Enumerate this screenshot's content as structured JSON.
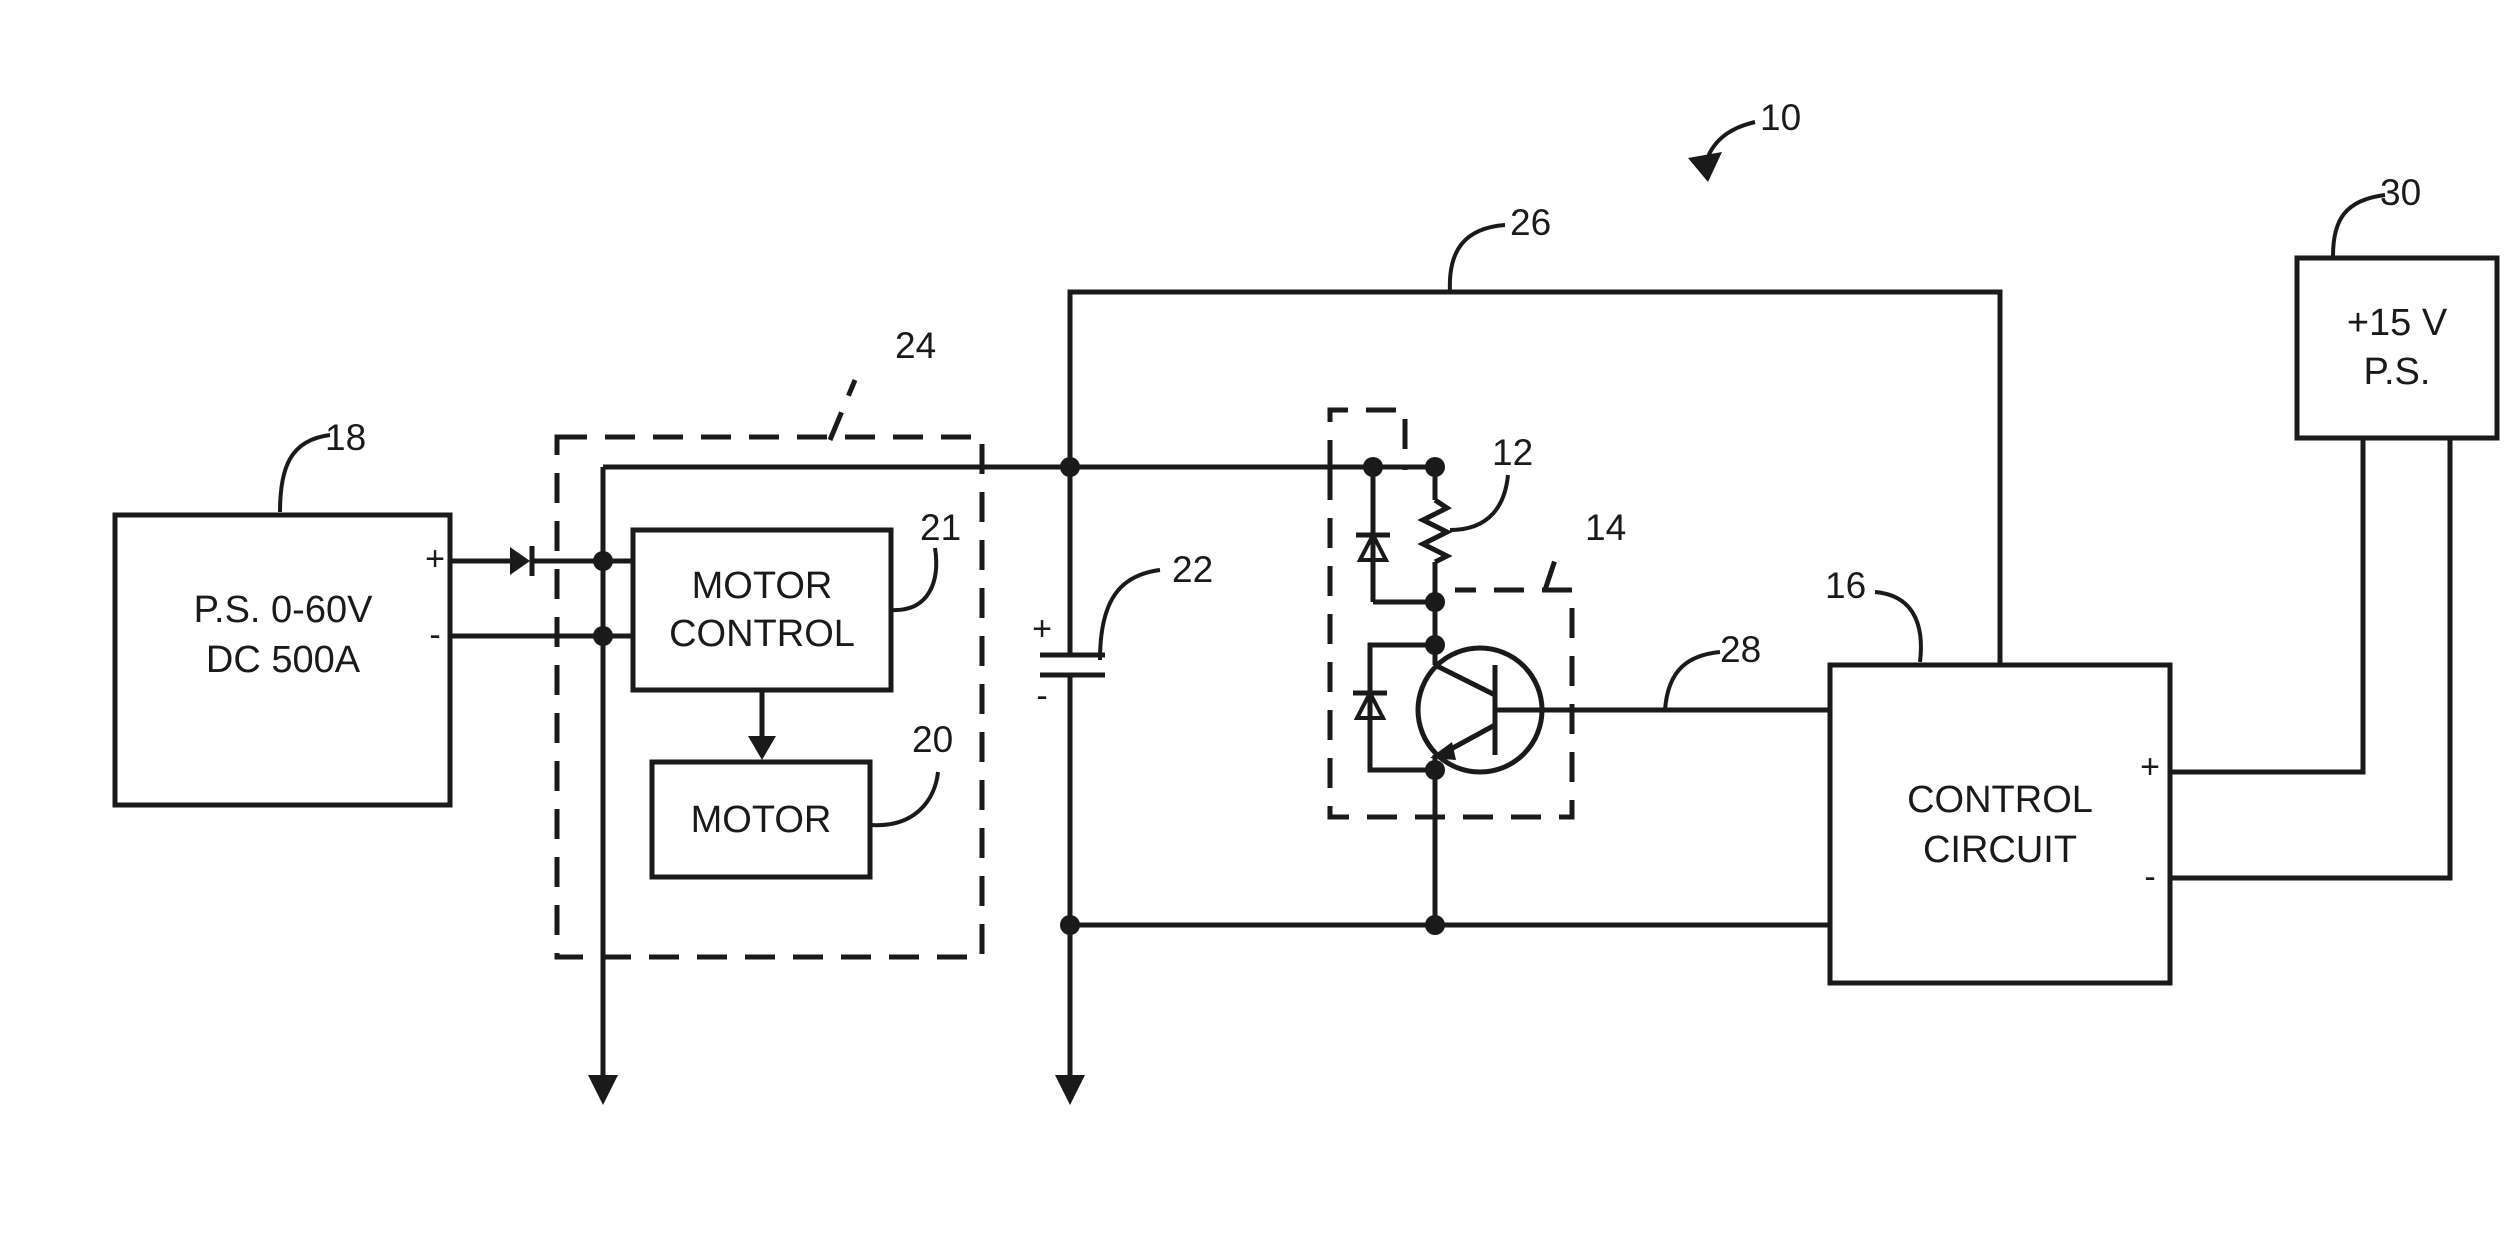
{
  "figure": {
    "ref_system": "10",
    "power_supply": {
      "ref": "18",
      "line1": "P.S. 0-60V",
      "line2": "DC 500A",
      "plus": "+",
      "minus": "-"
    },
    "motor_circuit": {
      "ref": "24"
    },
    "motor_control": {
      "ref": "21",
      "line1": "MOTOR",
      "line2": "CONTROL"
    },
    "motor": {
      "ref": "20",
      "label": "MOTOR"
    },
    "capacitor": {
      "ref": "22",
      "plus": "+",
      "minus": "-"
    },
    "sense_resistor": {
      "ref": "12"
    },
    "transistor_switch": {
      "ref": "14"
    },
    "feedback_line": {
      "ref": "26"
    },
    "control_line": {
      "ref": "28"
    },
    "control_circuit": {
      "ref": "16",
      "line1": "CONTROL",
      "line2": "CIRCUIT",
      "plus": "+",
      "minus": "-"
    },
    "aux_supply": {
      "ref": "30",
      "line1": "+15 V",
      "line2": "P.S."
    }
  }
}
